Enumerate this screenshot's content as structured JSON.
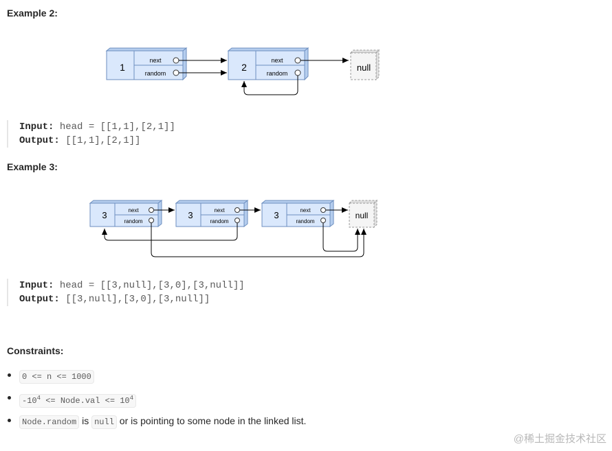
{
  "example2": {
    "heading": "Example 2:",
    "diagram": {
      "nodes": [
        "1",
        "2"
      ],
      "next_label": "next",
      "random_label": "random",
      "null_label": "null"
    },
    "input_label": "Input:",
    "input_value": " head = [[1,1],[2,1]]",
    "output_label": "Output:",
    "output_value": " [[1,1],[2,1]]"
  },
  "example3": {
    "heading": "Example 3:",
    "diagram": {
      "nodes": [
        "3",
        "3",
        "3"
      ],
      "next_label": "next",
      "random_label": "random",
      "null_label": "null"
    },
    "input_label": "Input:",
    "input_value": " head = [[3,null],[3,0],[3,null]]",
    "output_label": "Output:",
    "output_value": " [[3,null],[3,0],[3,null]]"
  },
  "constraints": {
    "heading": "Constraints:",
    "c1": "0 <= n <= 1000",
    "c2_a": "-10",
    "c2_exp1": "4",
    "c2_b": " <= Node.val <= 10",
    "c2_exp2": "4",
    "c3_code1": "Node.random",
    "c3_is": " is ",
    "c3_code2": "null",
    "c3_rest": " or is pointing to some node in the linked list."
  },
  "watermark": "@稀土掘金技术社区",
  "colors": {
    "node_fill": "#dae8fc",
    "node_side": "#b5cdee",
    "node_stroke": "#6c8ebf",
    "null_fill": "#f5f5f5",
    "null_stroke": "#999999",
    "arrow": "#000000"
  }
}
